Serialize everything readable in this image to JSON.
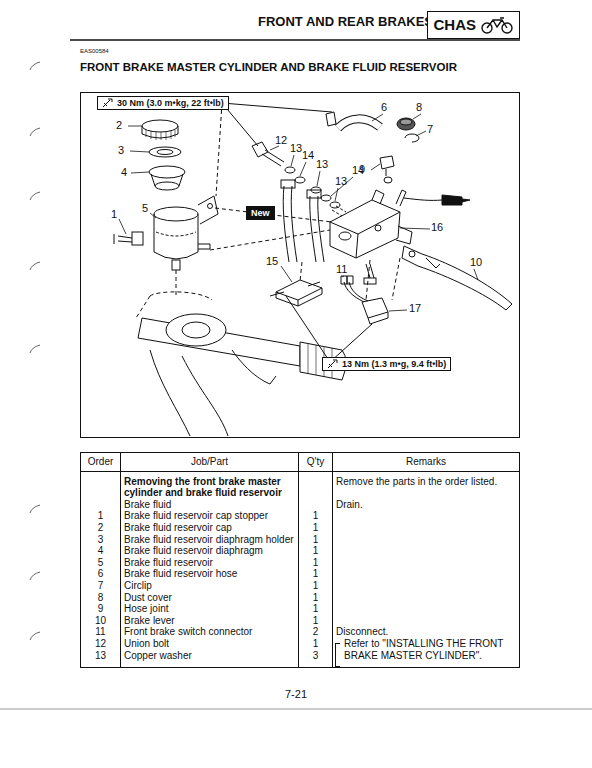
{
  "diagram": {
    "title": "FRONT BRAKE MASTER CYLINDER AND BRAKE FLUID RESERVOIR",
    "nodes": [
      {
        "text": [
          "CHAS"
        ]
      },
      {
        "text": [
          "30 Nm (3.0 m•kg, 22 ft•lb)"
        ]
      },
      {
        "text": [
          "New"
        ]
      },
      {
        "text": [
          "13 Nm (1.3 m•g, 9.4 ft•lb)"
        ]
      }
    ],
    "labels": [
      "FRONT AND REAR BRAKES",
      "EAS00584",
      "2",
      "3",
      "4",
      "1",
      "5",
      "6",
      "8",
      "7",
      "12",
      "13",
      "14",
      "13",
      "14",
      "13",
      "9",
      "16",
      "15",
      "11",
      "10",
      "17",
      "Order",
      "Job/Part",
      "Q'ty",
      "Remarks",
      "Removing the front brake master cylinder and brake fluid reservoir",
      "Remove the parts in the order listed.",
      "Brake fluid",
      "Drain.",
      "1",
      "Brake fluid reservoir cap stopper",
      "1",
      "2",
      "Brake fluid reservoir cap",
      "1",
      "3",
      "Brake fluid reservoir diaphragm holder",
      "1",
      "4",
      "Brake fluid reservoir diaphragm",
      "1",
      "5",
      "Brake fluid reservoir",
      "1",
      "6",
      "Brake fluid reservoir hose",
      "1",
      "7",
      "Circlip",
      "1",
      "8",
      "Dust cover",
      "1",
      "9",
      "Hose joint",
      "1",
      "10",
      "Brake lever",
      "1",
      "11",
      "Front brake switch connector",
      "2",
      "12",
      "Union bolt",
      "1",
      "13",
      "Copper washer",
      "3",
      "Disconnect.",
      "Refer to \"INSTALLING THE FRONT BRAKE MASTER CYLINDER\".",
      "7-21"
    ]
  }
}
